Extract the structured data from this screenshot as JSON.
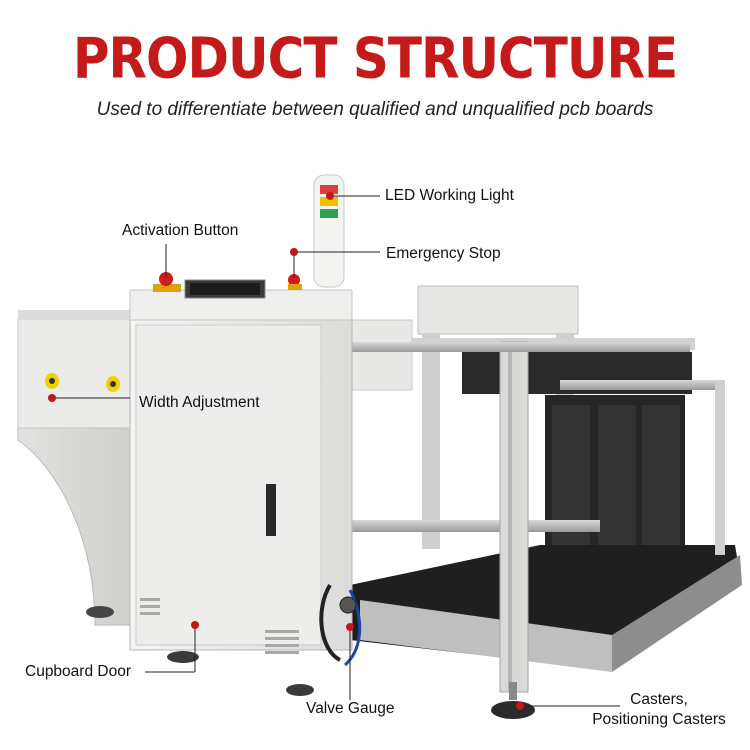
{
  "title": "PRODUCT STRUCTURE",
  "subtitle": "Used to differentiate between qualified and unqualified pcb boards",
  "colors": {
    "title": "#c41a1a",
    "marker": "#c01818",
    "machine": "#ebebea",
    "tray": "#1f1f1f"
  },
  "labels": {
    "led_light": "LED Working Light",
    "activation_button": "Activation Button",
    "emergency_stop": "Emergency Stop",
    "width_adjustment": "Width Adjustment",
    "cupboard_door": "Cupboard Door",
    "valve_gauge": "Valve Gauge",
    "casters_line1": "Casters,",
    "casters_line2": "Positioning Casters"
  }
}
